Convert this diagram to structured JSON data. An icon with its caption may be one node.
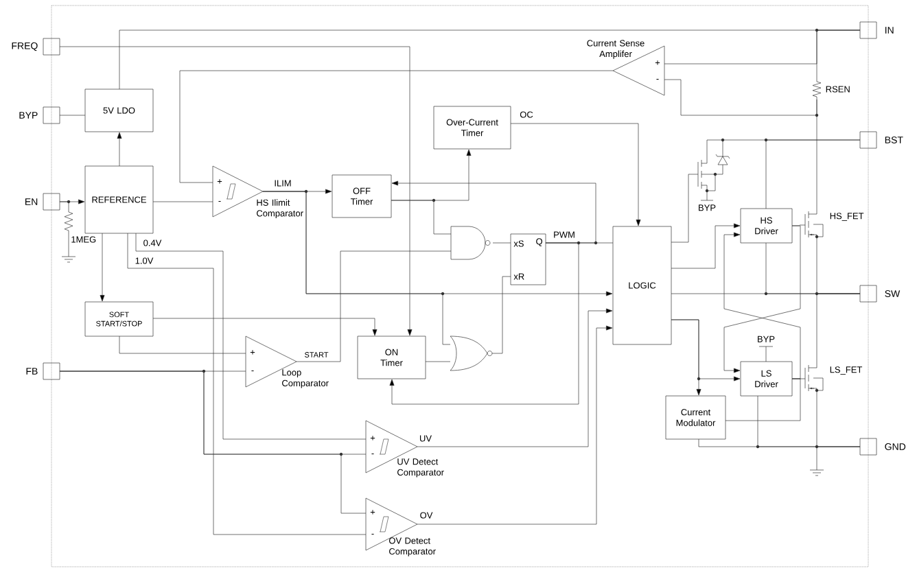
{
  "diagram": {
    "nodes": [
      {
        "text": [
          "FREQ"
        ]
      },
      {
        "text": [
          "BYP"
        ]
      },
      {
        "text": [
          "EN"
        ]
      },
      {
        "text": [
          "FB"
        ]
      },
      {
        "text": [
          "IN"
        ]
      },
      {
        "text": [
          "BST"
        ]
      },
      {
        "text": [
          "SW"
        ]
      },
      {
        "text": [
          "GND"
        ]
      },
      {
        "text": [
          "5V LDO"
        ]
      },
      {
        "text": [
          "REFERENCE"
        ]
      },
      {
        "text": [
          "SOFT START/STOP"
        ]
      },
      {
        "text": [
          "+",
          "-"
        ],
        "beside": [
          "HS Ilimit Comparator"
        ]
      },
      {
        "text": [
          "+",
          "-"
        ],
        "beside": [
          "Current Sense Amplifer"
        ]
      },
      {
        "text": [
          "Over-Current Timer"
        ]
      },
      {
        "text": [
          "OFF Timer"
        ]
      },
      {
        "text": [],
        "shape": "gate"
      },
      {
        "text": [
          "xS",
          "Q",
          "xR"
        ]
      },
      {
        "text": [],
        "shape": "gate"
      },
      {
        "text": [
          "ON Timer"
        ]
      },
      {
        "text": [
          "+",
          "-"
        ],
        "beside": [
          "Loop Comparator"
        ]
      },
      {
        "text": [
          "+",
          "-"
        ],
        "beside": [
          "UV Detect Comparator"
        ]
      },
      {
        "text": [
          "+",
          "-"
        ],
        "beside": [
          "OV Detect Comparator"
        ]
      },
      {
        "text": [
          "LOGIC"
        ]
      },
      {
        "text": [
          "HS Driver"
        ]
      },
      {
        "text": [
          "LS Driver"
        ]
      },
      {
        "text": [
          "Current Modulator"
        ]
      },
      {
        "text": [
          "HS_FET"
        ]
      },
      {
        "text": [
          "LS_FET"
        ]
      },
      {
        "text": [],
        "shape": "transistor"
      },
      {
        "text": [
          "RSEN"
        ]
      },
      {
        "text": [
          "1MEG"
        ]
      }
    ],
    "edges": [
      {
        "from": 0,
        "to": 18,
        "arrow": "to"
      },
      {
        "from": 4,
        "to": 8,
        "arrow": "none"
      },
      {
        "from": 1,
        "to": 8,
        "arrow": "none"
      },
      {
        "from": 9,
        "to": 8,
        "arrow": "to"
      },
      {
        "from": 2,
        "to": 9,
        "arrow": "to"
      },
      {
        "from": 2,
        "to": 30,
        "arrow": "none"
      },
      {
        "from": 9,
        "to": 10,
        "arrow": "to"
      },
      {
        "from": 9,
        "to": 11,
        "arrow": "none"
      },
      {
        "from": 9,
        "to": 20,
        "arrow": "none",
        "label": "0.4V"
      },
      {
        "from": 9,
        "to": 21,
        "arrow": "none",
        "label": "1.0V"
      },
      {
        "from": 10,
        "to": 19,
        "arrow": "none"
      },
      {
        "from": 10,
        "to": 18,
        "arrow": "to"
      },
      {
        "from": 3,
        "to": 19,
        "arrow": "none"
      },
      {
        "from": 3,
        "to": 20,
        "arrow": "none"
      },
      {
        "from": 3,
        "to": 21,
        "arrow": "none"
      },
      {
        "from": 20,
        "to": 22,
        "arrow": "to",
        "label": "UV"
      },
      {
        "from": 21,
        "to": 22,
        "arrow": "to",
        "label": "OV"
      },
      {
        "from": 11,
        "to": 14,
        "arrow": "to",
        "label": "ILIM"
      },
      {
        "from": 11,
        "to": 22,
        "arrow": "to"
      },
      {
        "from": 11,
        "to": 17,
        "arrow": "none"
      },
      {
        "from": 12,
        "to": 11,
        "arrow": "none"
      },
      {
        "from": 4,
        "to": 12,
        "arrow": "none"
      },
      {
        "from": 4,
        "to": 29,
        "arrow": "none"
      },
      {
        "from": 29,
        "to": 12,
        "arrow": "none"
      },
      {
        "from": 29,
        "to": 26,
        "arrow": "none"
      },
      {
        "from": 26,
        "to": 6,
        "arrow": "none"
      },
      {
        "from": 27,
        "to": 6,
        "arrow": "none"
      },
      {
        "from": 27,
        "to": 7,
        "arrow": "none"
      },
      {
        "from": 22,
        "to": 6,
        "arrow": "none"
      },
      {
        "from": 23,
        "to": 6,
        "arrow": "none"
      },
      {
        "from": 23,
        "to": 5,
        "arrow": "none"
      },
      {
        "from": 28,
        "to": 5,
        "arrow": "none"
      },
      {
        "from": 22,
        "to": 28,
        "arrow": "none"
      },
      {
        "from": 22,
        "to": 23,
        "arrow": "to"
      },
      {
        "from": 22,
        "to": 25,
        "arrow": "to"
      },
      {
        "from": 22,
        "to": 24,
        "arrow": "to"
      },
      {
        "from": 23,
        "to": 26,
        "arrow": "none"
      },
      {
        "from": 23,
        "to": 24,
        "arrow": "to"
      },
      {
        "from": 24,
        "to": 23,
        "arrow": "to"
      },
      {
        "from": 24,
        "to": 27,
        "arrow": "none"
      },
      {
        "from": 25,
        "to": 24,
        "arrow": "none"
      },
      {
        "from": 24,
        "to": 7,
        "arrow": "none"
      },
      {
        "from": 25,
        "to": 7,
        "arrow": "none"
      },
      {
        "from": 14,
        "to": 13,
        "arrow": "to"
      },
      {
        "from": 14,
        "to": 15,
        "arrow": "none"
      },
      {
        "from": 19,
        "to": 15,
        "arrow": "none",
        "label": "START"
      },
      {
        "from": 15,
        "to": 16,
        "arrow": "none"
      },
      {
        "from": 16,
        "to": 22,
        "arrow": "none",
        "label": "PWM"
      },
      {
        "from": 16,
        "to": 14,
        "arrow": "to"
      },
      {
        "from": 16,
        "to": 18,
        "arrow": "to"
      },
      {
        "from": 17,
        "to": 16,
        "arrow": "none"
      },
      {
        "from": 18,
        "to": 17,
        "arrow": "none"
      },
      {
        "from": 13,
        "to": 22,
        "arrow": "to",
        "label": "OC"
      }
    ],
    "labels": [
      "BYP",
      "BYP"
    ]
  }
}
